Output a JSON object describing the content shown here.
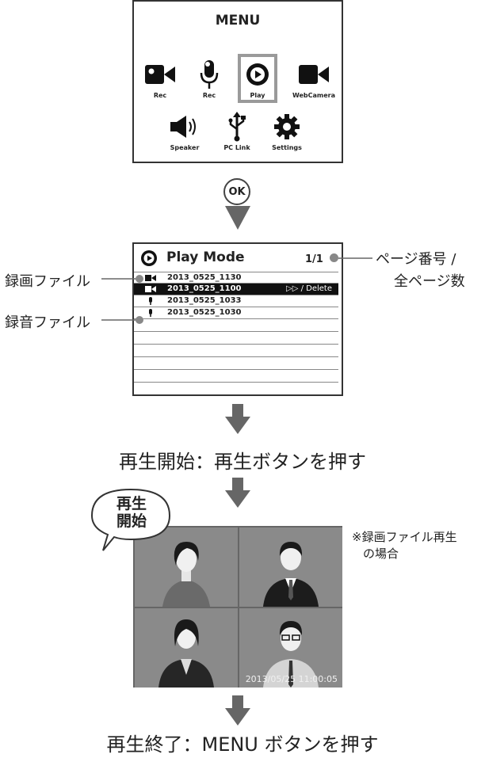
{
  "menu": {
    "title": "MENU",
    "items": [
      {
        "label": "Rec",
        "icon": "video-camera-icon"
      },
      {
        "label": "Rec",
        "icon": "microphone-icon"
      },
      {
        "label": "Play",
        "icon": "play-icon",
        "selected": true
      },
      {
        "label": "WebCamera",
        "icon": "web-camera-icon"
      },
      {
        "label": "Speaker",
        "icon": "speaker-icon"
      },
      {
        "label": "PC Link",
        "icon": "usb-icon"
      },
      {
        "label": "Settings",
        "icon": "gear-icon"
      }
    ]
  },
  "ok_button": {
    "label": "OK"
  },
  "play_mode": {
    "title": "Play Mode",
    "page": "1/1",
    "files": [
      {
        "type": "video",
        "name": "2013_0525_1130",
        "highlighted": false,
        "action": ""
      },
      {
        "type": "video",
        "name": "2013_0525_1100",
        "highlighted": true,
        "action": "▷▷ / Delete"
      },
      {
        "type": "audio",
        "name": "2013_0525_1033",
        "highlighted": false,
        "action": ""
      },
      {
        "type": "audio",
        "name": "2013_0525_1030",
        "highlighted": false,
        "action": ""
      }
    ]
  },
  "annotations": {
    "page_number_line1": "ページ番号 /",
    "page_number_line2": "全ページ数",
    "video_file": "録画ファイル",
    "audio_file": "録音ファイル"
  },
  "steps": {
    "start": "再生開始：再生ボタンを押す",
    "end": "再生終了：MENU ボタンを押す"
  },
  "bubble": {
    "line1": "再生",
    "line2": "開始"
  },
  "note": {
    "line1": "※録画ファイル再生",
    "line2": "の場合"
  },
  "video": {
    "timestamp": "2013/05/25 11:00:05"
  }
}
